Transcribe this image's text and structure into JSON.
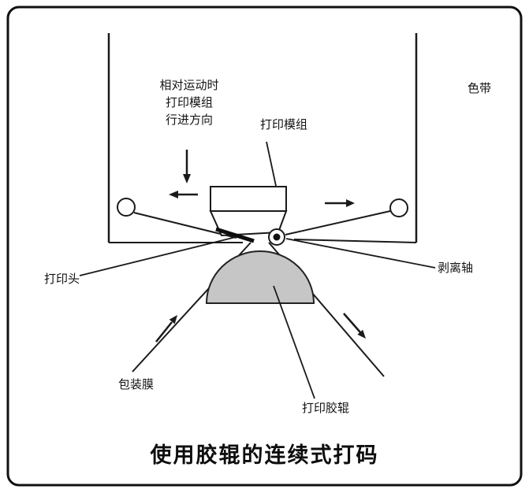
{
  "title": "使用胶辊的连续式打码",
  "labels": {
    "motion_direction_line1": "相对运动时",
    "motion_direction_line2": "打印模组",
    "motion_direction_line3": "行进方向",
    "ribbon": "色带",
    "print_module": "打印模组",
    "peel_shaft": "剥离轴",
    "print_head": "打印头",
    "packaging_film": "包装膜",
    "print_roller": "打印胶辊"
  },
  "colors": {
    "line": "#1a1a1a",
    "roller_fill": "#c6c6c6",
    "background": "#ffffff"
  }
}
